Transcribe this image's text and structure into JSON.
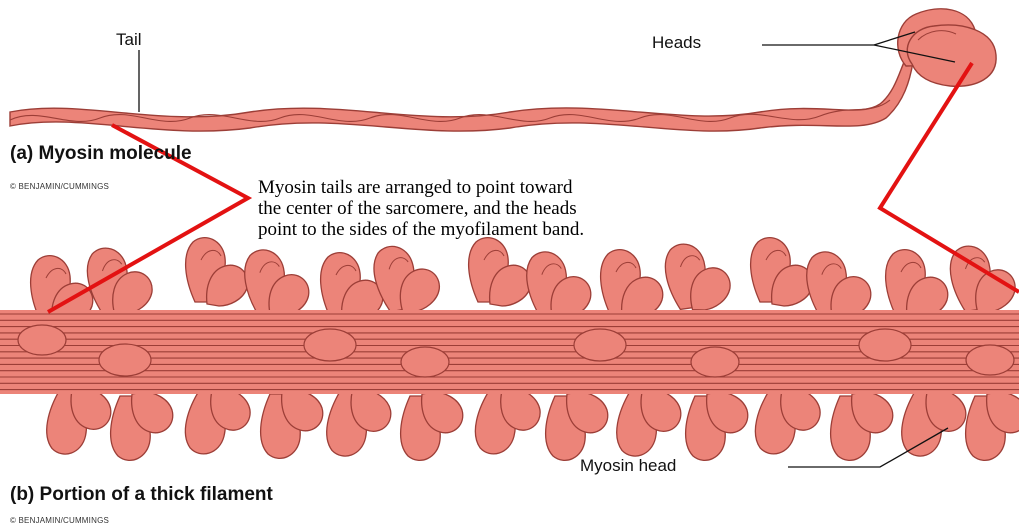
{
  "molecule": {
    "tail_label": "Tail",
    "heads_label": "Heads",
    "caption": "(a)  Myosin molecule",
    "credit": "© BENJAMIN/CUMMINGS"
  },
  "annotation": {
    "line1": "Myosin tails are arranged to point toward",
    "line2": "the center of the sarcomere, and the heads",
    "line3": "point to the sides of the myofilament band."
  },
  "filament": {
    "head_label": "Myosin head",
    "caption": "(b)  Portion of a thick filament",
    "credit": "© BENJAMIN/CUMMINGS"
  },
  "colors": {
    "fill": "#EC8479",
    "stroke": "#9C3E37",
    "highlight": "#E31212"
  }
}
